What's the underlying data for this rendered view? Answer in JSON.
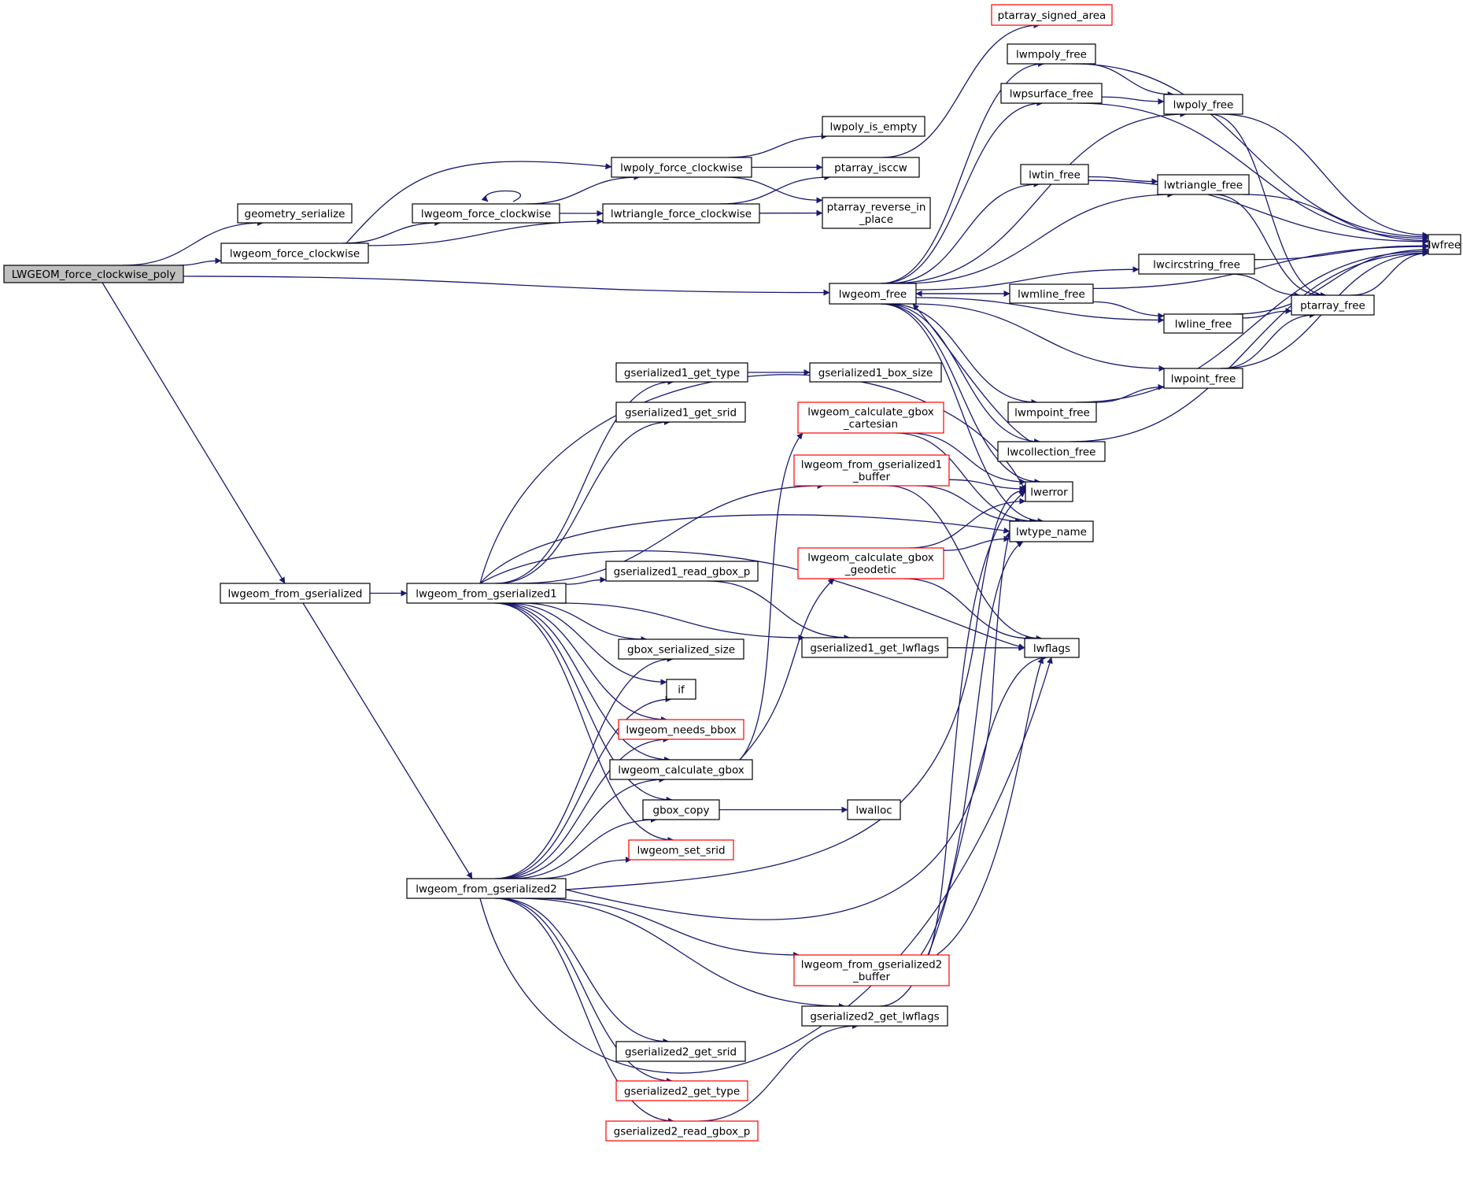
{
  "colors": {
    "edge": "#191970",
    "root_fill": "#bfbfbf",
    "red_border": "#ff0000",
    "border": "#000000"
  },
  "nodes": {
    "root": {
      "lines": [
        "LWGEOM_force_clockwise_poly"
      ],
      "style": "root"
    },
    "geometry_serialize": {
      "lines": [
        "geometry_serialize"
      ]
    },
    "lwgeom_force_clockwise_a": {
      "lines": [
        "lwgeom_force_clockwise"
      ]
    },
    "lwgeom_force_clockwise_b": {
      "lines": [
        "lwgeom_force_clockwise"
      ]
    },
    "lwpoly_force_clockwise": {
      "lines": [
        "lwpoly_force_clockwise"
      ]
    },
    "lwtriangle_force_clockwise": {
      "lines": [
        "lwtriangle_force_clockwise"
      ]
    },
    "lwpoly_is_empty": {
      "lines": [
        "lwpoly_is_empty"
      ]
    },
    "ptarray_isccw": {
      "lines": [
        "ptarray_isccw"
      ]
    },
    "ptarray_reverse_in_place": {
      "lines": [
        "ptarray_reverse_in",
        "_place"
      ]
    },
    "ptarray_signed_area": {
      "lines": [
        "ptarray_signed_area"
      ],
      "style": "red"
    },
    "lwmpoly_free": {
      "lines": [
        "lwmpoly_free"
      ]
    },
    "lwpsurface_free": {
      "lines": [
        "lwpsurface_free"
      ]
    },
    "lwpoly_free": {
      "lines": [
        "lwpoly_free"
      ]
    },
    "lwtin_free": {
      "lines": [
        "lwtin_free"
      ]
    },
    "lwtriangle_free": {
      "lines": [
        "lwtriangle_free"
      ]
    },
    "lwfree": {
      "lines": [
        "lwfree"
      ]
    },
    "lwcircstring_free": {
      "lines": [
        "lwcircstring_free"
      ]
    },
    "lwgeom_free": {
      "lines": [
        "lwgeom_free"
      ]
    },
    "lwmline_free": {
      "lines": [
        "lwmline_free"
      ]
    },
    "lwline_free": {
      "lines": [
        "lwline_free"
      ]
    },
    "ptarray_free": {
      "lines": [
        "ptarray_free"
      ]
    },
    "lwpoint_free": {
      "lines": [
        "lwpoint_free"
      ]
    },
    "lwmpoint_free": {
      "lines": [
        "lwmpoint_free"
      ]
    },
    "lwcollection_free": {
      "lines": [
        "lwcollection_free"
      ]
    },
    "gserialized1_get_type": {
      "lines": [
        "gserialized1_get_type"
      ]
    },
    "gserialized1_box_size": {
      "lines": [
        "gserialized1_box_size"
      ]
    },
    "gserialized1_get_srid": {
      "lines": [
        "gserialized1_get_srid"
      ]
    },
    "lwgeom_calculate_gbox_cartesian": {
      "lines": [
        "lwgeom_calculate_gbox",
        "_cartesian"
      ],
      "style": "red"
    },
    "lwgeom_from_gserialized1_buffer": {
      "lines": [
        "lwgeom_from_gserialized1",
        "_buffer"
      ],
      "style": "red"
    },
    "lwerror": {
      "lines": [
        "lwerror"
      ]
    },
    "lwtype_name": {
      "lines": [
        "lwtype_name"
      ]
    },
    "lwgeom_calculate_gbox_geodetic": {
      "lines": [
        "lwgeom_calculate_gbox",
        "_geodetic"
      ],
      "style": "red"
    },
    "lwgeom_from_gserialized": {
      "lines": [
        "lwgeom_from_gserialized"
      ]
    },
    "lwgeom_from_gserialized1": {
      "lines": [
        "lwgeom_from_gserialized1"
      ]
    },
    "gserialized1_read_gbox_p": {
      "lines": [
        "gserialized1_read_gbox_p"
      ]
    },
    "gserialized1_get_lwflags": {
      "lines": [
        "gserialized1_get_lwflags"
      ]
    },
    "lwflags": {
      "lines": [
        "lwflags"
      ]
    },
    "gbox_serialized_size": {
      "lines": [
        "gbox_serialized_size"
      ]
    },
    "if": {
      "lines": [
        "if"
      ]
    },
    "lwgeom_needs_bbox": {
      "lines": [
        "lwgeom_needs_bbox"
      ],
      "style": "red"
    },
    "lwgeom_calculate_gbox": {
      "lines": [
        "lwgeom_calculate_gbox"
      ]
    },
    "gbox_copy": {
      "lines": [
        "gbox_copy"
      ]
    },
    "lwalloc": {
      "lines": [
        "lwalloc"
      ]
    },
    "lwgeom_set_srid": {
      "lines": [
        "lwgeom_set_srid"
      ],
      "style": "red"
    },
    "lwgeom_from_gserialized2": {
      "lines": [
        "lwgeom_from_gserialized2"
      ]
    },
    "lwgeom_from_gserialized2_buffer": {
      "lines": [
        "lwgeom_from_gserialized2",
        "_buffer"
      ],
      "style": "red"
    },
    "gserialized2_get_lwflags": {
      "lines": [
        "gserialized2_get_lwflags"
      ]
    },
    "gserialized2_get_srid": {
      "lines": [
        "gserialized2_get_srid"
      ]
    },
    "gserialized2_get_type": {
      "lines": [
        "gserialized2_get_type"
      ],
      "style": "red"
    },
    "gserialized2_read_gbox_p": {
      "lines": [
        "gserialized2_read_gbox_p"
      ],
      "style": "red"
    }
  },
  "edges": [
    [
      "root",
      "geometry_serialize"
    ],
    [
      "root",
      "lwgeom_force_clockwise_a"
    ],
    [
      "root",
      "lwgeom_free"
    ],
    [
      "root",
      "lwgeom_from_gserialized"
    ],
    [
      "lwgeom_force_clockwise_a",
      "lwgeom_force_clockwise_b"
    ],
    [
      "lwgeom_force_clockwise_a",
      "lwpoly_force_clockwise"
    ],
    [
      "lwgeom_force_clockwise_a",
      "lwtriangle_force_clockwise"
    ],
    [
      "lwgeom_force_clockwise_b",
      "lwgeom_force_clockwise_b"
    ],
    [
      "lwgeom_force_clockwise_b",
      "lwpoly_force_clockwise"
    ],
    [
      "lwgeom_force_clockwise_b",
      "lwtriangle_force_clockwise"
    ],
    [
      "lwpoly_force_clockwise",
      "lwpoly_is_empty"
    ],
    [
      "lwpoly_force_clockwise",
      "ptarray_isccw"
    ],
    [
      "lwpoly_force_clockwise",
      "ptarray_reverse_in_place"
    ],
    [
      "lwtriangle_force_clockwise",
      "ptarray_isccw"
    ],
    [
      "lwtriangle_force_clockwise",
      "ptarray_reverse_in_place"
    ],
    [
      "ptarray_isccw",
      "ptarray_signed_area"
    ],
    [
      "lwgeom_free",
      "lwmpoly_free"
    ],
    [
      "lwgeom_free",
      "lwpsurface_free"
    ],
    [
      "lwgeom_free",
      "lwpoly_free"
    ],
    [
      "lwgeom_free",
      "lwtin_free"
    ],
    [
      "lwgeom_free",
      "lwtriangle_free"
    ],
    [
      "lwgeom_free",
      "lwcircstring_free"
    ],
    [
      "lwgeom_free",
      "lwmline_free"
    ],
    [
      "lwgeom_free",
      "lwline_free"
    ],
    [
      "lwgeom_free",
      "lwpoint_free"
    ],
    [
      "lwgeom_free",
      "lwmpoint_free"
    ],
    [
      "lwgeom_free",
      "lwcollection_free"
    ],
    [
      "lwgeom_free",
      "lwerror"
    ],
    [
      "lwgeom_free",
      "lwtype_name"
    ],
    [
      "lwmpoly_free",
      "lwpoly_free"
    ],
    [
      "lwmpoly_free",
      "lwfree"
    ],
    [
      "lwpsurface_free",
      "lwpoly_free"
    ],
    [
      "lwpsurface_free",
      "lwfree"
    ],
    [
      "lwpoly_free",
      "lwfree"
    ],
    [
      "lwpoly_free",
      "ptarray_free"
    ],
    [
      "lwtin_free",
      "lwtriangle_free"
    ],
    [
      "lwtin_free",
      "lwfree"
    ],
    [
      "lwtriangle_free",
      "lwfree"
    ],
    [
      "lwtriangle_free",
      "ptarray_free"
    ],
    [
      "lwcircstring_free",
      "lwfree"
    ],
    [
      "lwcircstring_free",
      "ptarray_free"
    ],
    [
      "lwmline_free",
      "lwline_free"
    ],
    [
      "lwmline_free",
      "lwfree"
    ],
    [
      "lwmline_free",
      "lwgeom_free"
    ],
    [
      "lwline_free",
      "ptarray_free"
    ],
    [
      "lwline_free",
      "lwfree"
    ],
    [
      "ptarray_free",
      "lwfree"
    ],
    [
      "lwpoint_free",
      "ptarray_free"
    ],
    [
      "lwpoint_free",
      "lwfree"
    ],
    [
      "lwmpoint_free",
      "lwpoint_free"
    ],
    [
      "lwmpoint_free",
      "lwfree"
    ],
    [
      "lwcollection_free",
      "lwfree"
    ],
    [
      "lwcollection_free",
      "lwgeom_free"
    ],
    [
      "lwgeom_from_gserialized",
      "lwgeom_from_gserialized1"
    ],
    [
      "lwgeom_from_gserialized",
      "lwgeom_from_gserialized2"
    ],
    [
      "lwgeom_from_gserialized1",
      "gserialized1_get_type"
    ],
    [
      "lwgeom_from_gserialized1",
      "gserialized1_get_srid"
    ],
    [
      "lwgeom_from_gserialized1",
      "lwgeom_from_gserialized1_buffer"
    ],
    [
      "lwgeom_from_gserialized1",
      "lwtype_name"
    ],
    [
      "lwgeom_from_gserialized1",
      "lwflags"
    ],
    [
      "lwgeom_from_gserialized1",
      "gserialized1_read_gbox_p"
    ],
    [
      "lwgeom_from_gserialized1",
      "gserialized1_get_lwflags"
    ],
    [
      "lwgeom_from_gserialized1",
      "gbox_serialized_size"
    ],
    [
      "lwgeom_from_gserialized1",
      "if"
    ],
    [
      "lwgeom_from_gserialized1",
      "lwgeom_needs_bbox"
    ],
    [
      "lwgeom_from_gserialized1",
      "lwgeom_calculate_gbox"
    ],
    [
      "lwgeom_from_gserialized1",
      "gbox_copy"
    ],
    [
      "lwgeom_from_gserialized1",
      "lwgeom_set_srid"
    ],
    [
      "lwgeom_from_gserialized1",
      "lwerror"
    ],
    [
      "gserialized1_get_type",
      "gserialized1_box_size"
    ],
    [
      "gserialized1_read_gbox_p",
      "gserialized1_get_lwflags"
    ],
    [
      "gserialized1_get_lwflags",
      "lwflags"
    ],
    [
      "lwgeom_from_gserialized1_buffer",
      "lwerror"
    ],
    [
      "lwgeom_from_gserialized1_buffer",
      "lwtype_name"
    ],
    [
      "lwgeom_from_gserialized1_buffer",
      "lwflags"
    ],
    [
      "lwgeom_calculate_gbox_cartesian",
      "lwerror"
    ],
    [
      "lwgeom_calculate_gbox_cartesian",
      "lwtype_name"
    ],
    [
      "lwgeom_calculate_gbox_geodetic",
      "lwerror"
    ],
    [
      "lwgeom_calculate_gbox_geodetic",
      "lwtype_name"
    ],
    [
      "lwgeom_calculate_gbox_geodetic",
      "lwflags"
    ],
    [
      "lwgeom_calculate_gbox",
      "lwgeom_calculate_gbox_cartesian"
    ],
    [
      "lwgeom_calculate_gbox",
      "lwgeom_calculate_gbox_geodetic"
    ],
    [
      "gbox_copy",
      "lwalloc"
    ],
    [
      "lwgeom_from_gserialized2",
      "gbox_serialized_size"
    ],
    [
      "lwgeom_from_gserialized2",
      "if"
    ],
    [
      "lwgeom_from_gserialized2",
      "lwgeom_needs_bbox"
    ],
    [
      "lwgeom_from_gserialized2",
      "lwgeom_calculate_gbox"
    ],
    [
      "lwgeom_from_gserialized2",
      "gbox_copy"
    ],
    [
      "lwgeom_from_gserialized2",
      "lwgeom_set_srid"
    ],
    [
      "lwgeom_from_gserialized2",
      "lwerror"
    ],
    [
      "lwgeom_from_gserialized2",
      "lwtype_name"
    ],
    [
      "lwgeom_from_gserialized2",
      "lwgeom_from_gserialized2_buffer"
    ],
    [
      "lwgeom_from_gserialized2",
      "gserialized2_get_lwflags"
    ],
    [
      "lwgeom_from_gserialized2",
      "gserialized2_get_srid"
    ],
    [
      "lwgeom_from_gserialized2",
      "gserialized2_get_type"
    ],
    [
      "lwgeom_from_gserialized2",
      "gserialized2_read_gbox_p"
    ],
    [
      "lwgeom_from_gserialized2",
      "lwflags"
    ],
    [
      "lwgeom_from_gserialized2_buffer",
      "lwerror"
    ],
    [
      "lwgeom_from_gserialized2_buffer",
      "lwtype_name"
    ],
    [
      "lwgeom_from_gserialized2_buffer",
      "lwflags"
    ],
    [
      "gserialized2_get_lwflags",
      "lwflags"
    ],
    [
      "gserialized2_read_gbox_p",
      "gserialized2_get_lwflags"
    ]
  ]
}
